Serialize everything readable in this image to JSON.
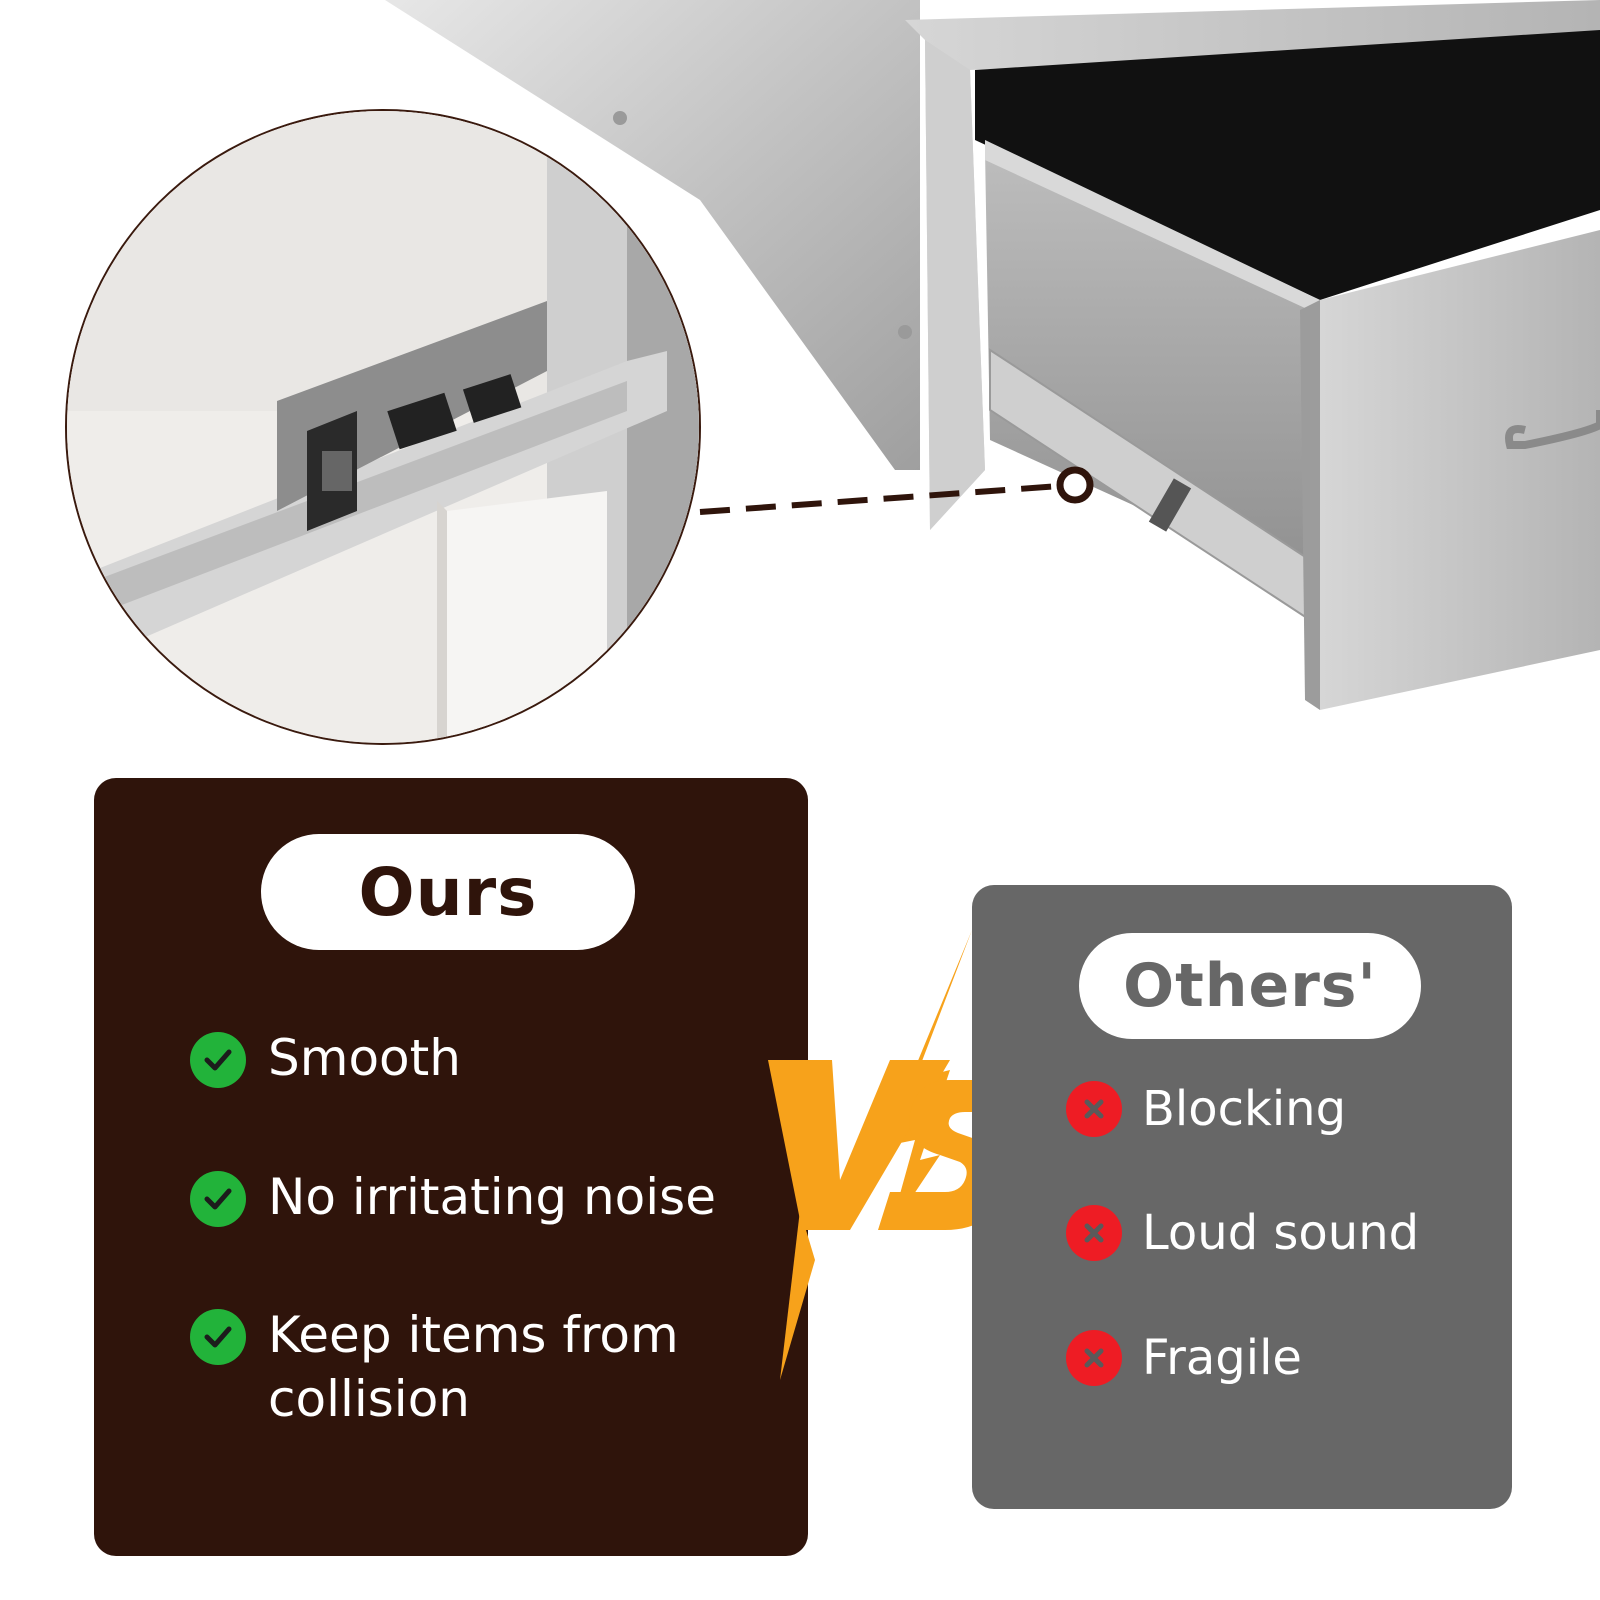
{
  "comparison": {
    "ours": {
      "title": "Ours",
      "features": [
        {
          "icon": "check-icon",
          "text": "Smooth"
        },
        {
          "icon": "check-icon",
          "text": "No irritating noise"
        },
        {
          "icon": "check-icon",
          "text": "Keep items from",
          "text2": "collision"
        }
      ]
    },
    "vs": {
      "label": "VS"
    },
    "others": {
      "title": "Others'",
      "features": [
        {
          "icon": "cross-icon",
          "text": "Blocking"
        },
        {
          "icon": "cross-icon",
          "text": "Loud sound"
        },
        {
          "icon": "cross-icon",
          "text": "Fragile"
        }
      ]
    }
  },
  "colors": {
    "ours_panel": "#2f140b",
    "others_panel": "#676767",
    "check": "#22b33a",
    "cross": "#ee1c24",
    "vs": "#f7a21b"
  }
}
